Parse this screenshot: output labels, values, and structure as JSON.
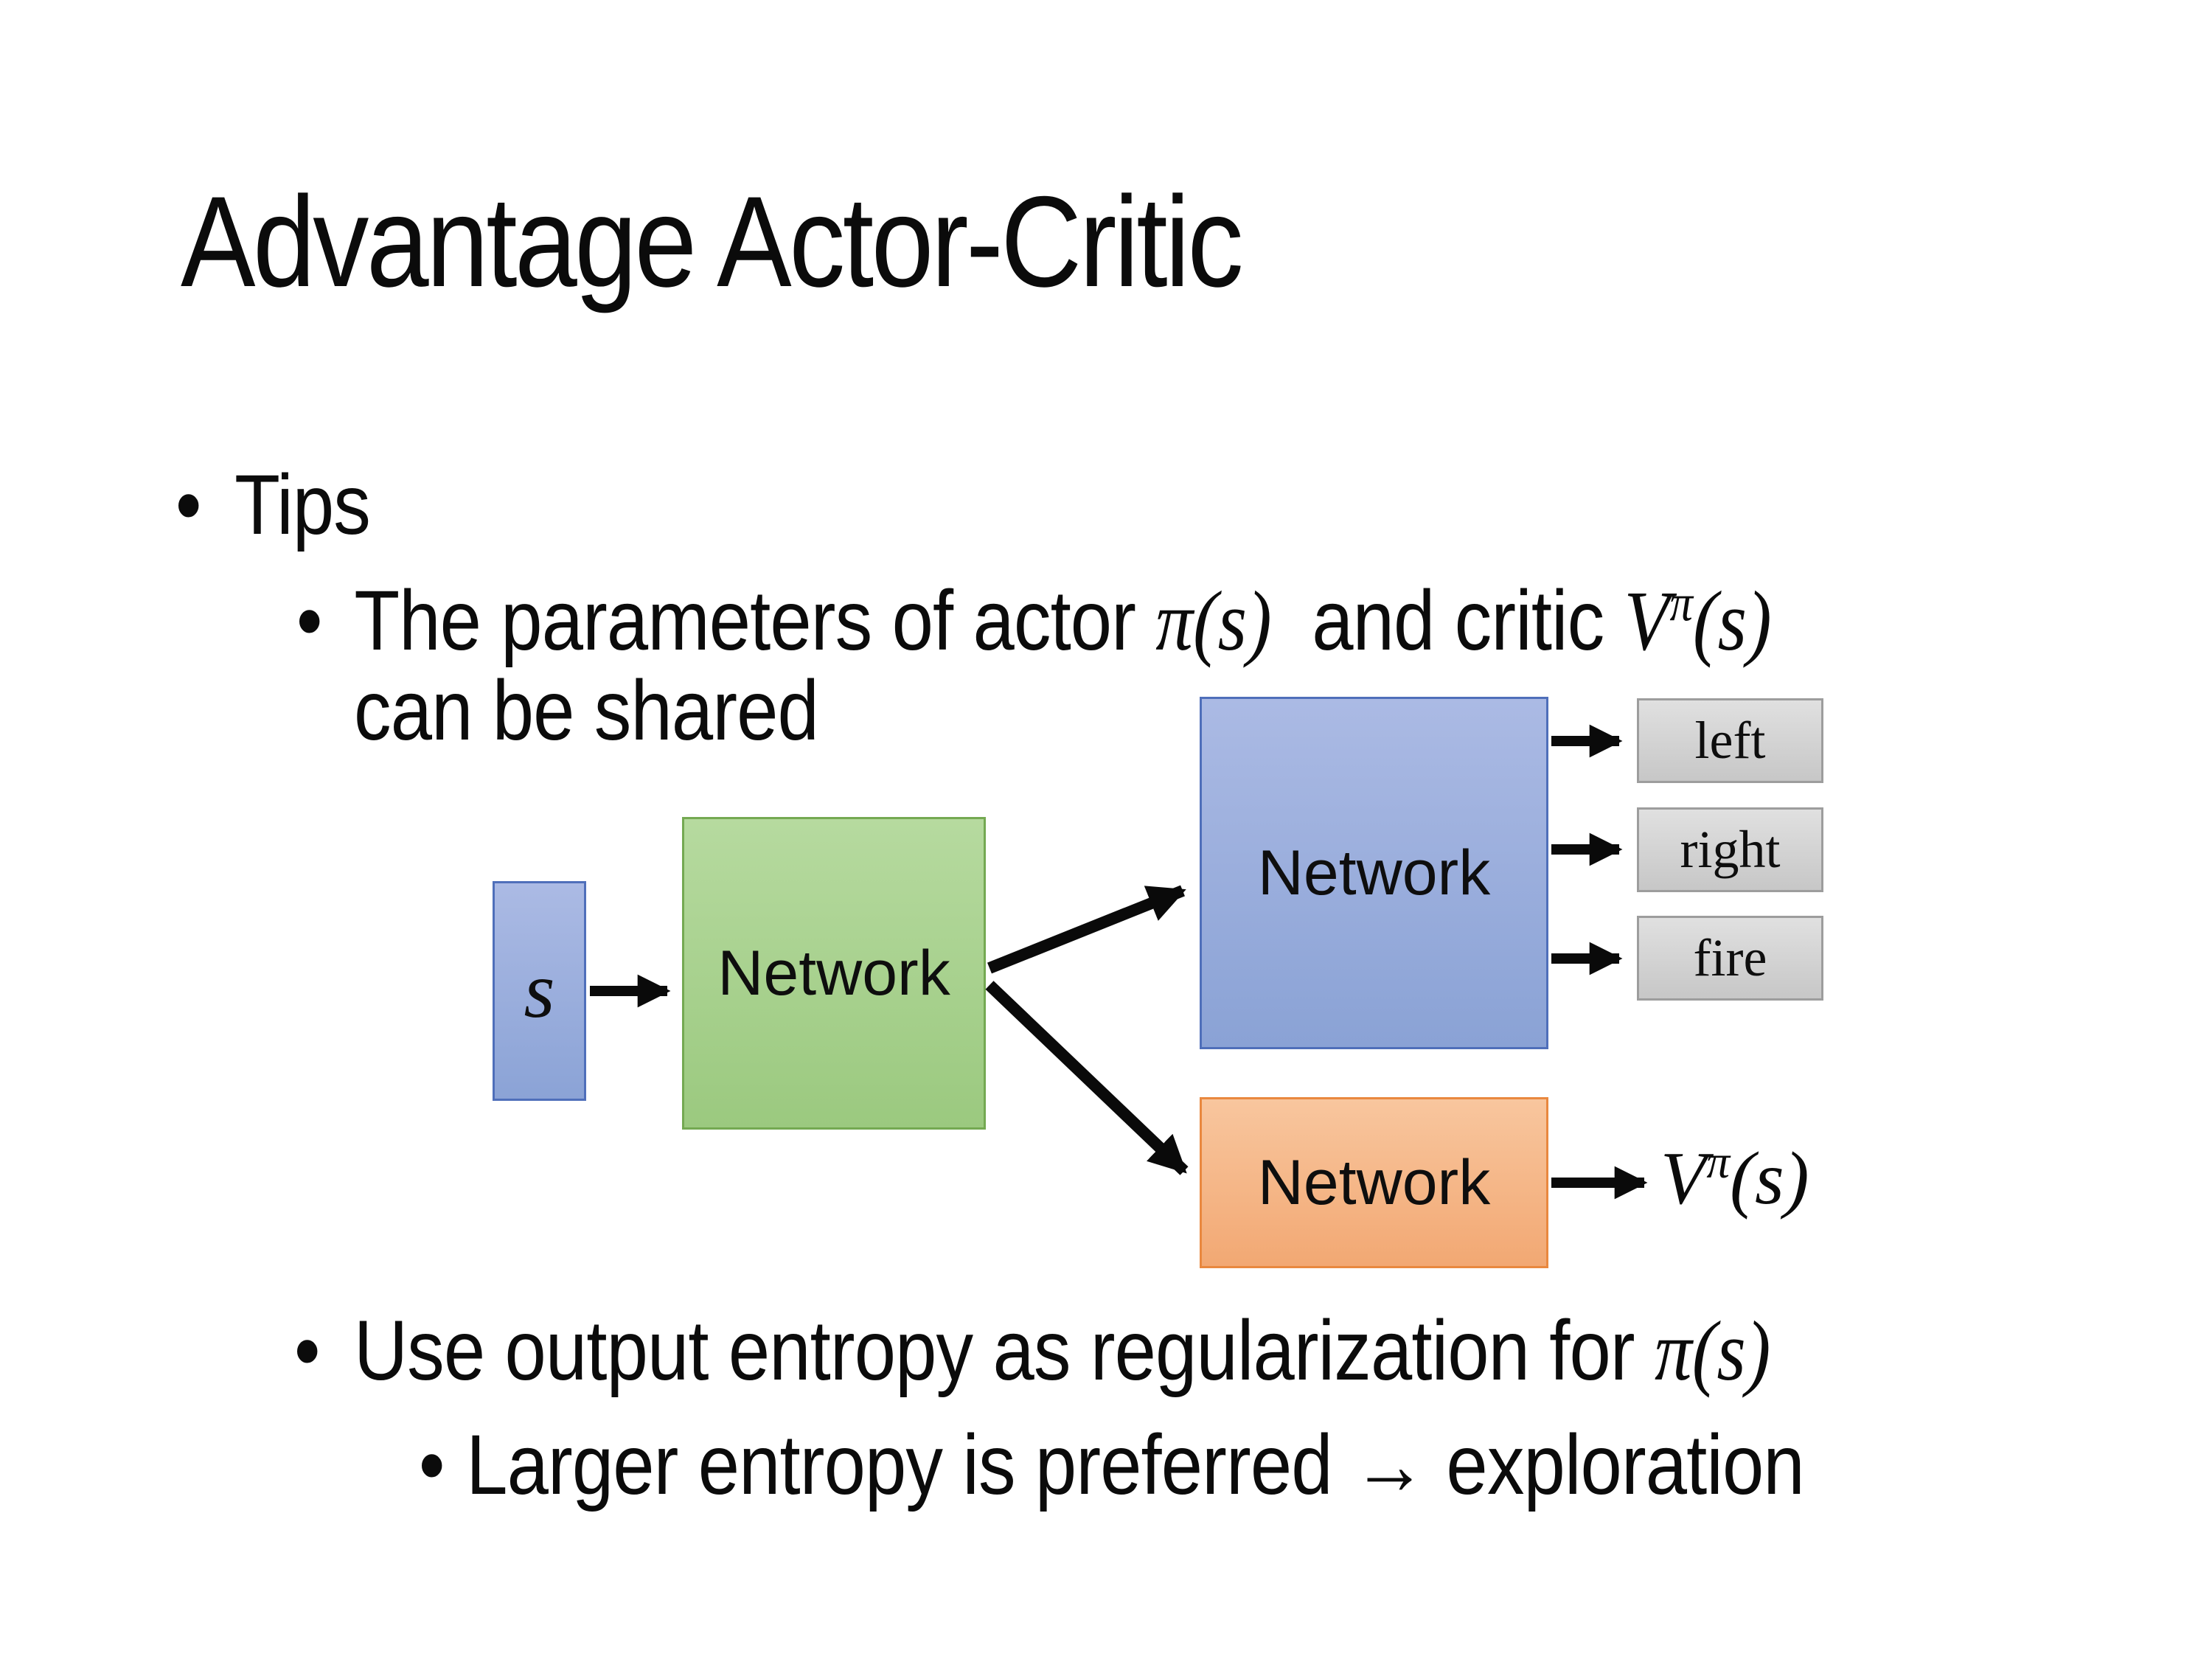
{
  "title": "Advantage Actor-Critic",
  "bullets": {
    "marker": "•",
    "tips": "Tips",
    "param_pre": "The parameters of actor ",
    "param_pi": "π(s)",
    "param_mid": "  and critic ",
    "param_v": "V",
    "param_v_sup": "π",
    "param_v_args": "(s)",
    "param_line2": "can be shared",
    "entropy_pre": "Use output entropy as regularization for ",
    "entropy_pi": "π(s)",
    "exploration": "Larger entropy is preferred → exploration"
  },
  "diagram": {
    "state_label": "s",
    "shared_network_label": "Network",
    "actor_network_label": "Network",
    "critic_network_label": "Network",
    "actions": [
      "left",
      "right",
      "fire"
    ],
    "value_v": "V",
    "value_sup": "π",
    "value_args": "(s)",
    "colors": {
      "state_and_actor_fill": "#8fa6d8",
      "state_and_actor_border": "#4f6fba",
      "shared_fill": "#a5cf8c",
      "shared_border": "#74a952",
      "critic_fill": "#f4b183",
      "critic_border": "#e9883f",
      "action_fill": "#d2d2d2",
      "action_border": "#9d9d9d",
      "arrow": "#0a0a0a"
    }
  }
}
